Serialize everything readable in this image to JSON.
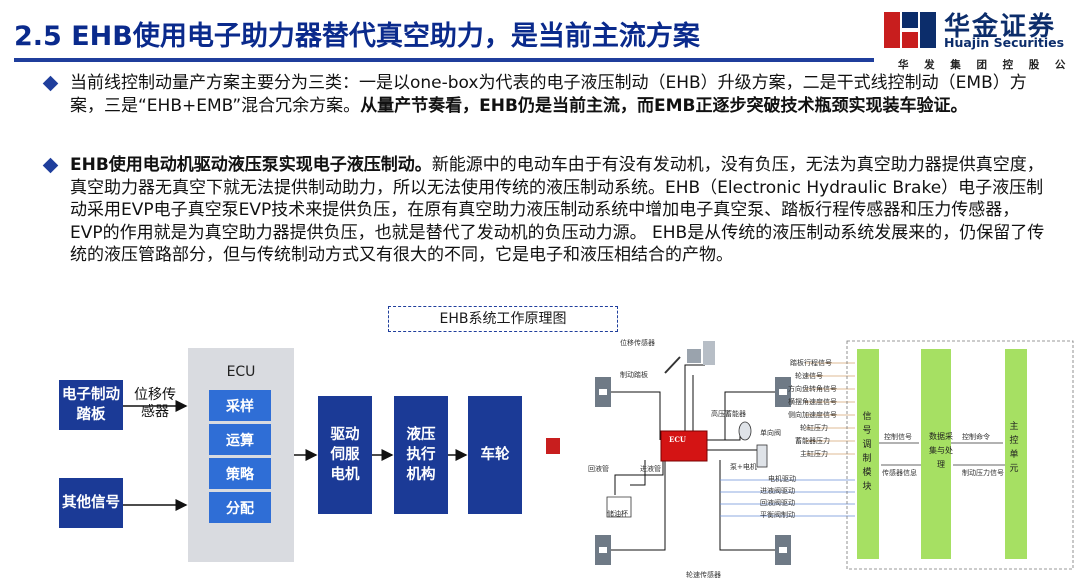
{
  "title": "2.5 EHB使用电子助力器替代真空助力，是当前主流方案",
  "logo": {
    "name_cn": "华金证券",
    "name_en": "Huajin Securities",
    "subtitle": "华 发 集 团 控 股 公 司"
  },
  "bullets": [
    {
      "normal": "当前线控制动量产方案主要分为三类：一是以one-box为代表的电子液压制动（EHB）升级方案，二是干式线控制动（EMB）方案，三是“EHB+EMB”混合冗余方案。",
      "bold": "从量产节奏看，EHB仍是当前主流，而EMB正逐步突破技术瓶颈实现装车验证。"
    },
    {
      "bold": "EHB使用电动机驱动液压泵实现电子液压制动。",
      "normal": "新能源中的电动车由于有没有发动机，没有负压，无法为真空助力器提供真空度，真空助力器无真空下就无法提供制动助力，所以无法使用传统的液压制动系统。EHB（Electronic Hydraulic Brake）电子液压制动采用EVP电子真空泵EVP技术来提供负压，在原有真空助力液压制动系统中增加电子真空泵、踏板行程传感器和压力传感器，EVP的作用就是为真空助力器提供负压，也就是替代了发动机的负压动力源。 EHB是从传统的液压制动系统发展来的，仍保留了传统的液压管路部分，但与传统制动方式又有很大的不同，它是电子和液压相结合的产物。"
    }
  ],
  "diagram": {
    "title": "EHB系统工作原理图",
    "inputs": [
      "电子制动踏板",
      "其他信号"
    ],
    "sensor_label": "位移传感器",
    "ecu": {
      "label": "ECU",
      "items": [
        "采样",
        "运算",
        "策略",
        "分配"
      ]
    },
    "chain": [
      "驱动伺服电机",
      "液压执行机构",
      "车轮"
    ],
    "colors": {
      "dark_blue": "#1b3a96",
      "light_blue": "#2f6ed6",
      "red": "#c81e1e",
      "green": "#a6e063"
    }
  },
  "schematic": {
    "ecu": "ECU",
    "top_labels": [
      "位移传感器",
      "制动踏板"
    ],
    "left_labels": [
      "高压蓄能器",
      "单向阀",
      "泵+电机",
      "回液管",
      "进液管",
      "储油杯"
    ],
    "bottom_label": "轮速传感器",
    "signals": [
      "踏板行程信号",
      "轮速信号",
      "方向盘转角信号",
      "横摆角速度信号",
      "侧向加速度信号",
      "轮缸压力",
      "蓄能器压力",
      "主缸压力"
    ],
    "drive_lines": [
      "电机驱动",
      "进液阀驱动",
      "回液阀驱动",
      "平衡阀制动"
    ],
    "module1": "信号调制模块",
    "module2": "数据采集与处理",
    "module3": "主控单元",
    "arrows": [
      "控制信号",
      "传感器信息",
      "控制命令",
      "制动压力信号"
    ]
  }
}
